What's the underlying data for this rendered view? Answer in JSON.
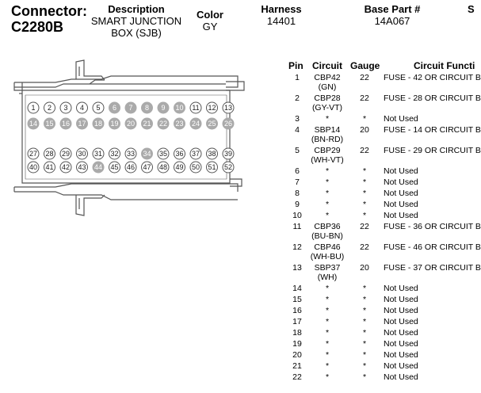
{
  "header": {
    "connector_label": "Connector:",
    "connector_id": "C2280B",
    "description_label": "Description",
    "description_line1": "SMART JUNCTION",
    "description_line2": "BOX (SJB)",
    "color_label": "Color",
    "color_value": "GY",
    "harness_label": "Harness",
    "harness_value": "14401",
    "base_part_label": "Base Part #",
    "base_part_value": "14A067",
    "cut_label": "S"
  },
  "connector": {
    "empty_pins": [
      6,
      7,
      8,
      9,
      10,
      14,
      15,
      16,
      17,
      18,
      19,
      20,
      21,
      22,
      23,
      24,
      25,
      26,
      34,
      44
    ],
    "colors": {
      "outline": "#555555",
      "filled": "#aaaaaa"
    }
  },
  "table": {
    "headers": {
      "pin": "Pin",
      "circuit": "Circuit",
      "gauge": "Gauge",
      "function": "Circuit Functi"
    },
    "rows": [
      {
        "pin": "1",
        "circuit": [
          "CBP42",
          "(GN)"
        ],
        "gauge": "22",
        "function": "FUSE - 42 OR CIRCUIT B"
      },
      {
        "pin": "2",
        "circuit": [
          "CBP28",
          "(GY-VT)"
        ],
        "gauge": "22",
        "function": "FUSE - 28 OR CIRCUIT B"
      },
      {
        "pin": "3",
        "circuit": [
          "*"
        ],
        "gauge": "*",
        "function": "Not Used"
      },
      {
        "pin": "4",
        "circuit": [
          "SBP14",
          "(BN-RD)"
        ],
        "gauge": "20",
        "function": "FUSE - 14 OR CIRCUIT B"
      },
      {
        "pin": "5",
        "circuit": [
          "CBP29",
          "(WH-VT)"
        ],
        "gauge": "22",
        "function": "FUSE - 29 OR CIRCUIT B"
      },
      {
        "pin": "6",
        "circuit": [
          "*"
        ],
        "gauge": "*",
        "function": "Not Used"
      },
      {
        "pin": "7",
        "circuit": [
          "*"
        ],
        "gauge": "*",
        "function": "Not Used"
      },
      {
        "pin": "8",
        "circuit": [
          "*"
        ],
        "gauge": "*",
        "function": "Not Used"
      },
      {
        "pin": "9",
        "circuit": [
          "*"
        ],
        "gauge": "*",
        "function": "Not Used"
      },
      {
        "pin": "10",
        "circuit": [
          "*"
        ],
        "gauge": "*",
        "function": "Not Used"
      },
      {
        "pin": "11",
        "circuit": [
          "CBP36",
          "(BU-BN)"
        ],
        "gauge": "22",
        "function": "FUSE - 36 OR CIRCUIT B"
      },
      {
        "pin": "12",
        "circuit": [
          "CBP46",
          "(WH-BU)"
        ],
        "gauge": "22",
        "function": "FUSE - 46 OR CIRCUIT B"
      },
      {
        "pin": "13",
        "circuit": [
          "SBP37",
          "(WH)"
        ],
        "gauge": "20",
        "function": "FUSE - 37 OR CIRCUIT B"
      },
      {
        "pin": "14",
        "circuit": [
          "*"
        ],
        "gauge": "*",
        "function": "Not Used"
      },
      {
        "pin": "15",
        "circuit": [
          "*"
        ],
        "gauge": "*",
        "function": "Not Used"
      },
      {
        "pin": "16",
        "circuit": [
          "*"
        ],
        "gauge": "*",
        "function": "Not Used"
      },
      {
        "pin": "17",
        "circuit": [
          "*"
        ],
        "gauge": "*",
        "function": "Not Used"
      },
      {
        "pin": "18",
        "circuit": [
          "*"
        ],
        "gauge": "*",
        "function": "Not Used"
      },
      {
        "pin": "19",
        "circuit": [
          "*"
        ],
        "gauge": "*",
        "function": "Not Used"
      },
      {
        "pin": "20",
        "circuit": [
          "*"
        ],
        "gauge": "*",
        "function": "Not Used"
      },
      {
        "pin": "21",
        "circuit": [
          "*"
        ],
        "gauge": "*",
        "function": "Not Used"
      },
      {
        "pin": "22",
        "circuit": [
          "*"
        ],
        "gauge": "*",
        "function": "Not Used"
      }
    ]
  }
}
